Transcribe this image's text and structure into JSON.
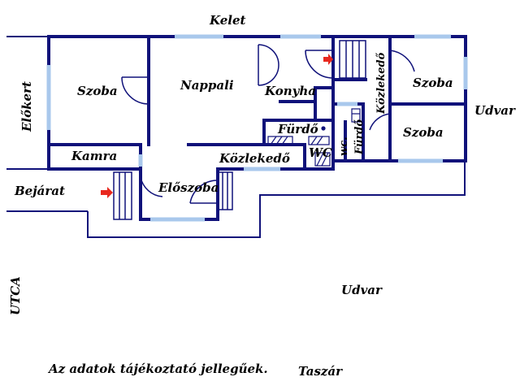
{
  "colors": {
    "wall": "#10127a",
    "window": "#a9c8ec",
    "arrow": "#e8281e",
    "text": "#000000"
  },
  "labels": {
    "kelet": "Kelet",
    "udvar_right": "Udvar",
    "elokert": "Előkert",
    "bejarat": "Bejárat",
    "utca": "UTCA",
    "udvar_bottom": "Udvar",
    "taszar": "Taszár",
    "note": "Az adatok tájékoztató jellegűek."
  },
  "rooms": {
    "szoba_left": "Szoba",
    "nappali": "Nappali",
    "konyha": "Konyha",
    "furdo_center": "Fürdő",
    "wc": "WC",
    "kamra": "Kamra",
    "kozleked_center": "Közlekedő",
    "eloszoba": "Előszoba",
    "kozleked_right": "Közlekedő",
    "szoba_right_top": "Szoba",
    "szoba_right_bottom": "Szoba",
    "furdo_right": "Fürdő",
    "wc_right": "wc."
  }
}
